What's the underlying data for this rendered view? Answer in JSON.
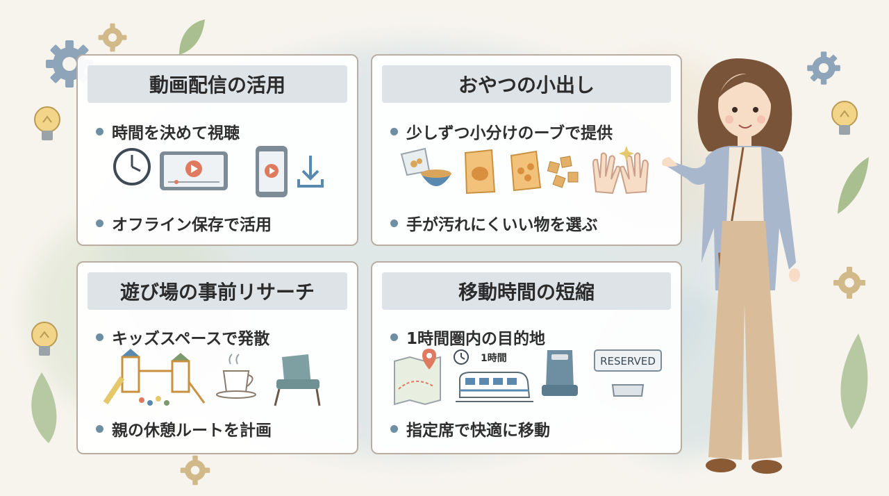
{
  "colors": {
    "background": "#f7f4ee",
    "card_border": "#b9ada1",
    "title_band": "#dde3e6",
    "bullet_dot": "#6e8ea1"
  },
  "cards": [
    {
      "title": "動画配信の活用",
      "bullets": [
        "時間を決めて視聴",
        "オフライン保存で活用"
      ],
      "icons": [
        "clock-icon",
        "tablet-play-icon",
        "smartphone-play-icon",
        "download-icon"
      ]
    },
    {
      "title": "おやつの小出し",
      "bullets": [
        "少しずつ小分けのーブで提供",
        "手が汚れにくいい物を選ぶ"
      ],
      "icons": [
        "snack-bag-icon",
        "snack-bowl-icon",
        "chips-bag-icon",
        "cracker-bag-icon",
        "crackers-icon",
        "clean-hands-icon"
      ]
    },
    {
      "title": "遊び場の事前リサーチ",
      "bullets": [
        "キッズスペースで発散",
        "親の休憩ルートを計画"
      ],
      "icons": [
        "playground-icon",
        "coffee-cup-icon",
        "armchair-icon"
      ]
    },
    {
      "title": "移動時間の短縮",
      "bullets": [
        "1時間圏内の目的地",
        "指定席で快適に移動"
      ],
      "icons": [
        "map-pin-icon",
        "clock-icon",
        "train-icon",
        "train-seat-icon",
        "reserved-sign-icon"
      ],
      "duration_label": "1時間",
      "reserved_label": "RESERVED"
    }
  ]
}
